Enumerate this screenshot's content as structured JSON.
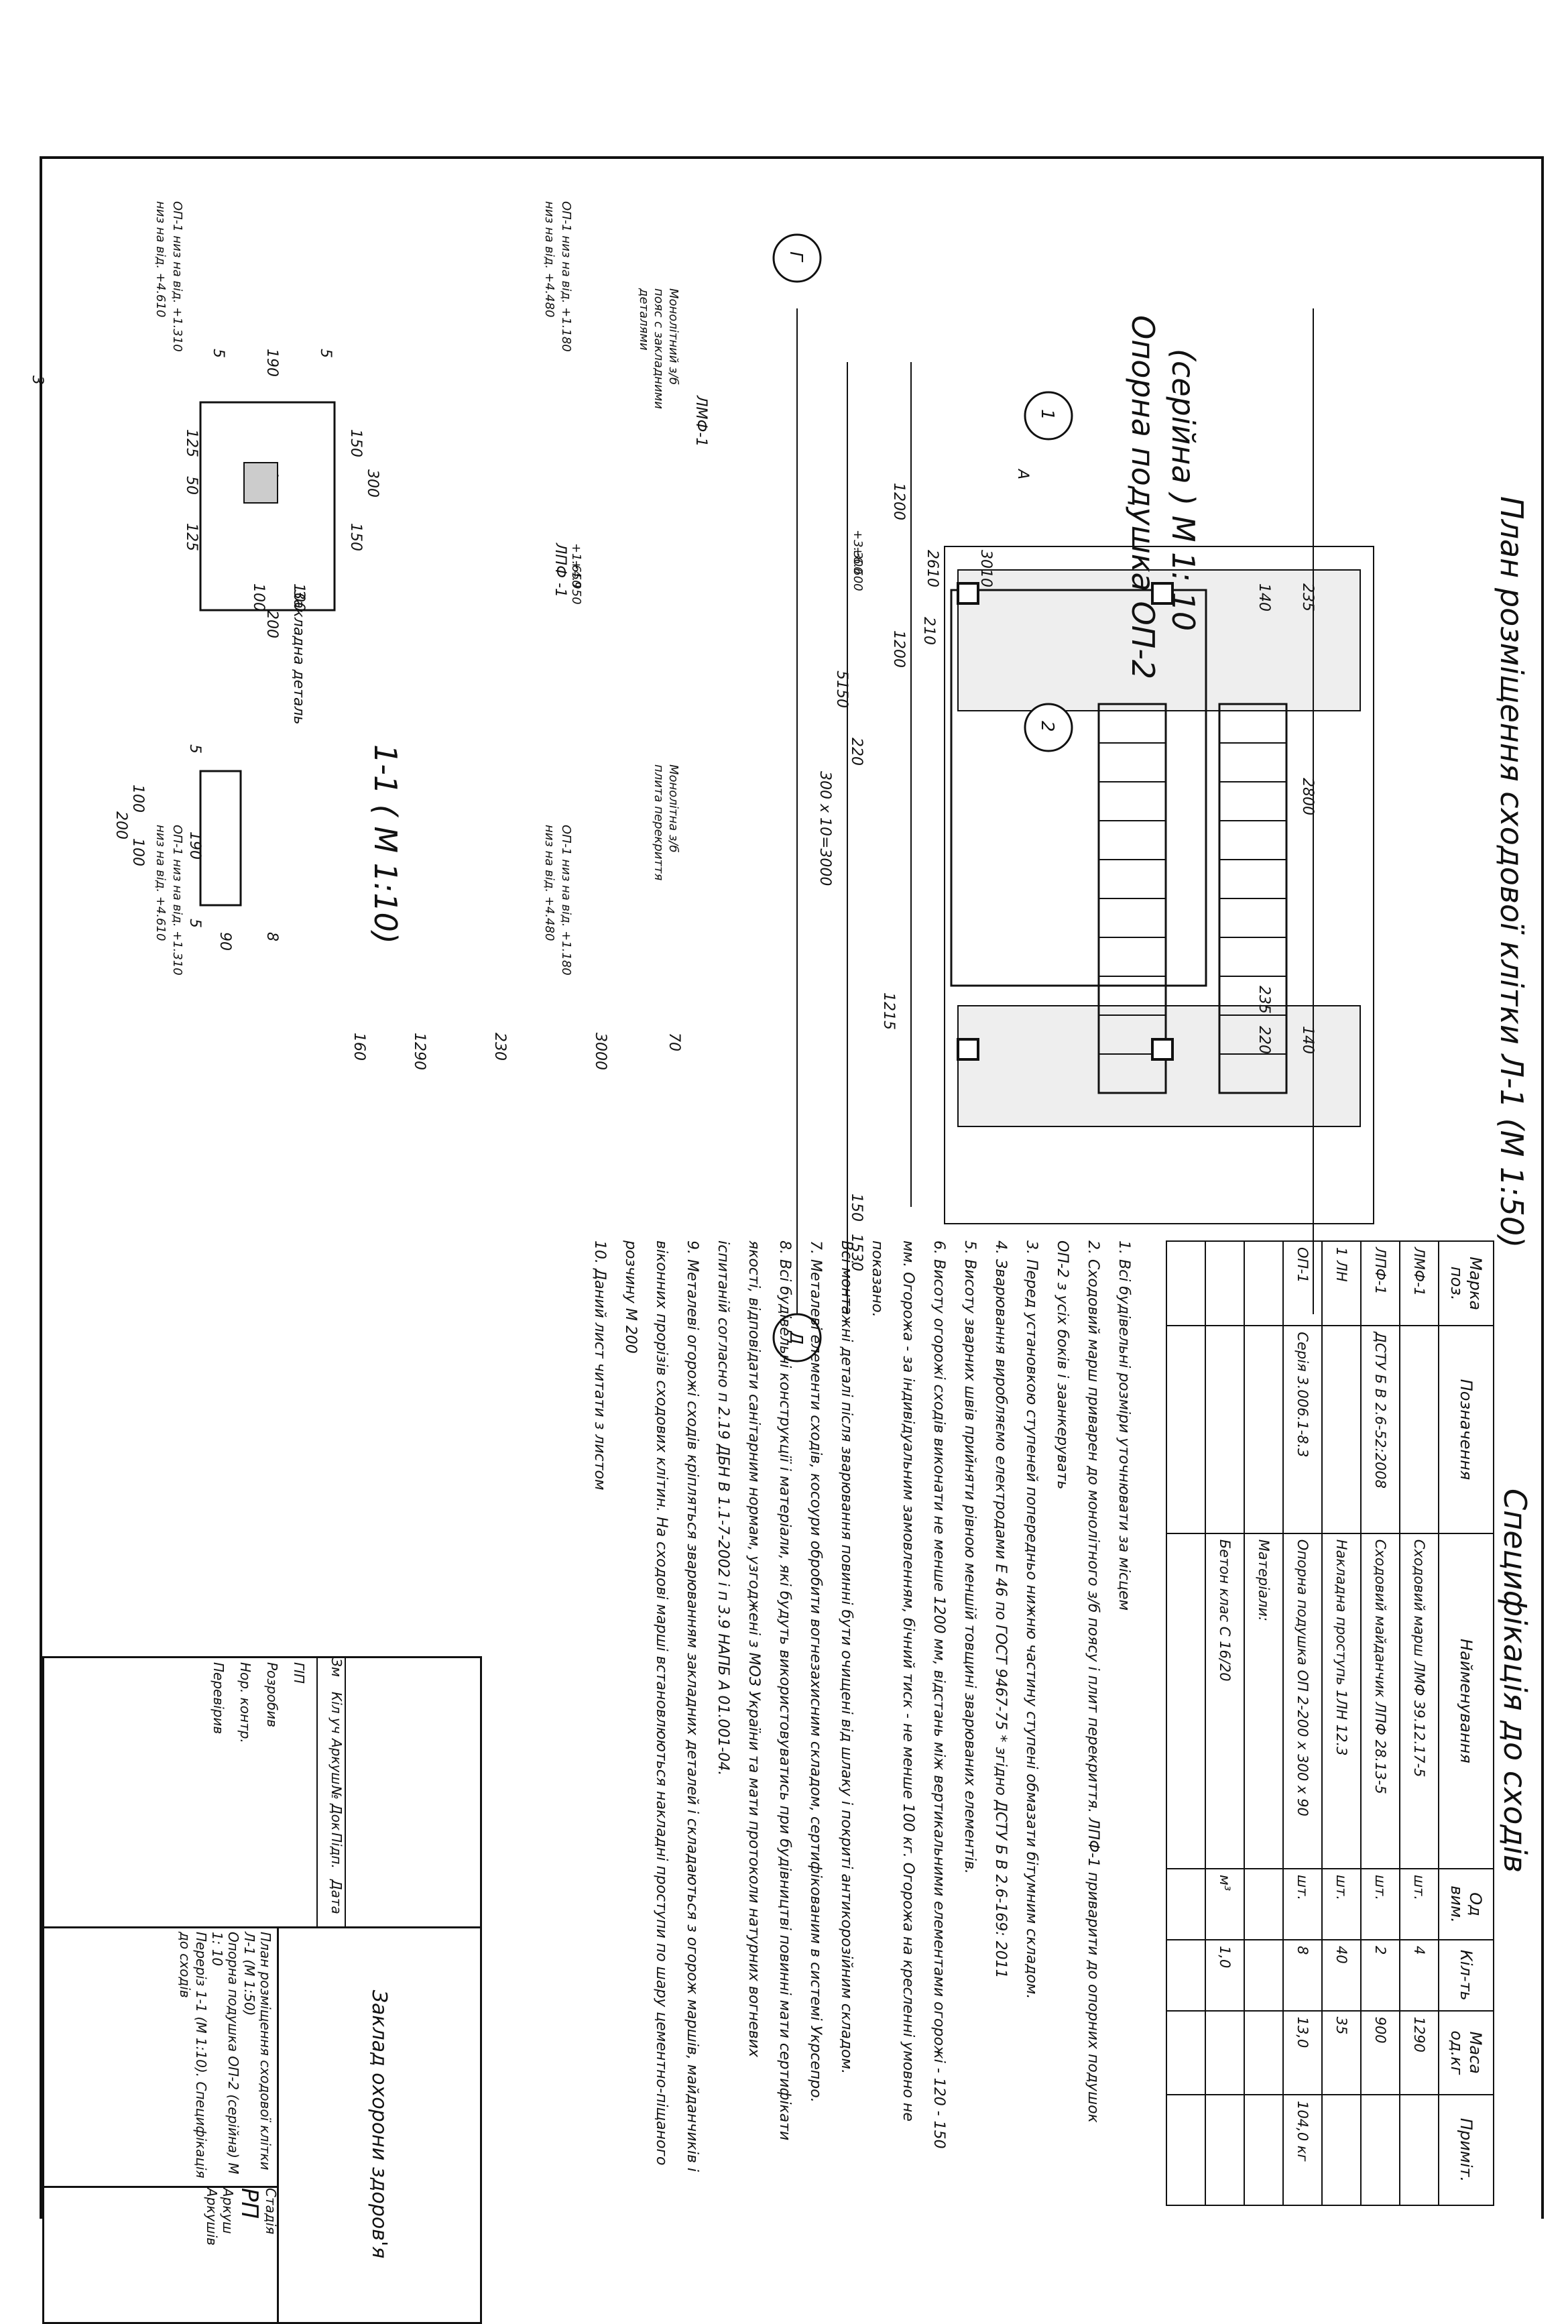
{
  "plan": {
    "title": "План розміщення сходової клітки Л-1 (М 1:50)",
    "axes": [
      "Г",
      "Д",
      "1",
      "2"
    ],
    "dims": {
      "d5150": "5150",
      "d300x10": "300 х 10=3000",
      "d220": "220",
      "d150": "150",
      "d1530": "1530",
      "d235a": "235",
      "d140a": "140",
      "d2800": "2800",
      "d140b": "140",
      "d235b": "235",
      "d220b": "220",
      "d1215": "1215",
      "d70": "70",
      "d3000": "3000",
      "d230": "230",
      "d1290": "1290",
      "d160": "160",
      "d1200a": "1200",
      "d1200b": "1200",
      "d2610": "2610",
      "d3010": "3010",
      "d210": "210"
    },
    "labels": {
      "lmf1": "ЛМФ-1",
      "lpf1": "ЛПФ -1",
      "elev_lpf_top": "+1.650",
      "elev_lpf_bot": "+4.950",
      "elev_low_top": "+3.300",
      "elev_low_bot": "+6.600",
      "op1_top": "ОП-1 низ на від. +1.310",
      "op1_top2": "низ на від. +4.610",
      "op1_left": "ОП-1 низ на від. +1.180",
      "op1_left2": "низ на від. +4.480",
      "op1_bot": "ОП-1 низ на від. +1.310",
      "op1_bot2": "низ на від. +4.610",
      "op1_bl": "ОП-1 низ на від. +1.180",
      "op1_bl2": "низ на від. +4.480",
      "mono_top": "Монолітний з/б",
      "mono_top2": "пояс с закладними",
      "mono_top3": "деталями",
      "mono_bot": "Монолітна з/б",
      "mono_bot2": "плита перекриття",
      "cut_a": "А"
    }
  },
  "pad": {
    "title": "Опорна подушка ОП-2",
    "subtitle": "(серійна ) М 1: 10",
    "dims": {
      "d5a": "5",
      "d190": "190",
      "d5b": "5",
      "d125a": "125",
      "d50": "50",
      "d125b": "125",
      "d150a": "150",
      "d300": "300",
      "d150b": "150",
      "d100a": "100",
      "d100b": "100",
      "d200": "200"
    },
    "cut_label": "3",
    "embed_label": "Закладна деталь"
  },
  "section": {
    "title": "1-1 ( М 1:10)",
    "dims": {
      "d5a": "5",
      "d190": "190",
      "d5b": "5",
      "d100a": "100",
      "d100b": "100",
      "d200": "200",
      "d90": "90",
      "d8": "8"
    }
  },
  "spec": {
    "title": "Специфікація до сходів",
    "headers": [
      "Марка поз.",
      "Позначення",
      "Найменування",
      "Од вим.",
      "Кіл-ть",
      "Маса од.кг",
      "Приміт."
    ],
    "rows": [
      [
        "ЛМФ-1",
        "",
        "Сходовий марш ЛМФ 39.12.17-5",
        "шт.",
        "4",
        "1290",
        ""
      ],
      [
        "ЛПФ-1",
        "ДСТУ Б В 2.6-52:2008",
        "Сходовий майданчик ЛПФ 28.13-5",
        "шт.",
        "2",
        "900",
        ""
      ],
      [
        "1 ЛН",
        "",
        "Накладна проступь 1ЛН 12.3",
        "шт.",
        "40",
        "35",
        ""
      ],
      [
        "ОП-1",
        "Серія 3.006.1-8.3",
        "Опорна подушка ОП 2-200 х 300 х 90",
        "шт.",
        "8",
        "13,0",
        "104,0 кг"
      ],
      [
        "",
        "",
        "Матеріали:",
        "",
        "",
        "",
        ""
      ],
      [
        "",
        "",
        "Бетон клас С 16/20",
        "м³",
        "1,0",
        "",
        ""
      ],
      [
        "",
        "",
        "",
        "",
        "",
        "",
        ""
      ]
    ]
  },
  "notes": [
    "1. Всі будівельні розміри уточнювати за місцем",
    "2. Сходовий марш приварен до монолітного з/б поясу і плит перекриття. ЛПФ-1 приварити до опорних подушок",
    "ОП-2 з усіх боків і заанкерувать",
    "3. Перед установкою ступеней попередньо нижню частину ступені обмазати бітумним складом.",
    "4. Зварювання виробляємо електродами Е 46 по ГОСТ 9467-75 * згідно ДСТУ Б В 2.6-169: 2011",
    "5. Висоту зварних швів прийняти рівною меншій товщині зварюваних елементів.",
    "6. Висоту огорожі сходів виконати не менше 1200 мм, відстань між вертикальними елементами огорожі - 120 - 150",
    "мм. Огорожа - за індивідуальним замовленням, бічний тиск - не менше 100 кг. Огорожа на кресленні умовно не",
    "показано.",
    "Всі монтажні деталі після зварювання повинні бути очищені від шлаку і покриті антикорозійним складом.",
    "7. Металеві елементи сходів, косоури обробити вогнезахисним складом, сертифікованим в системі Укрсепро.",
    "8. Всі будівельні конструкції і матеріали, які будуть використовуватись при будівництві повинні мати сертифікати",
    "якості, відповідати санітарним нормам, узгоджені з МОЗ України та мати протоколи натурних вогневих",
    "іспитаній согласно п 2.19 ДБН В 1.1-7-2002 і п 3.9 НАПБ А 01.001-04.",
    "9. Металеві огорожі сходів кріпляться зварюванням закладних деталей і складаються з огорож маршів, майданчиків і",
    "віконних прорізів сходових клітин. На сходові марші встановлюються накладні проступи по шару цементно-піщаного",
    "розчину М 200",
    "10. Даний лист читати з листом"
  ],
  "stamp": {
    "col_headers": [
      "Зм",
      "Кіл уч",
      "Аркуш",
      "№ Док",
      "Підп.",
      "Дата"
    ],
    "roles": [
      "ГІП",
      "Розробив",
      "Нор. контр.",
      "Перевірив"
    ],
    "project": "Заклад охорони здоров'я",
    "sheet_title1": "План розміщення сходової клітки Л-1 (М 1:50)",
    "sheet_title2": "Опорна подушка ОП-2 (серійна) М 1: 10",
    "sheet_title3": "Переріз 1-1 (М 1:10). Специфікація до сходів",
    "stage_header": "Стадія",
    "sheet_header": "Аркуш",
    "sheets_header": "Аркушів",
    "stage_value": "РП"
  }
}
